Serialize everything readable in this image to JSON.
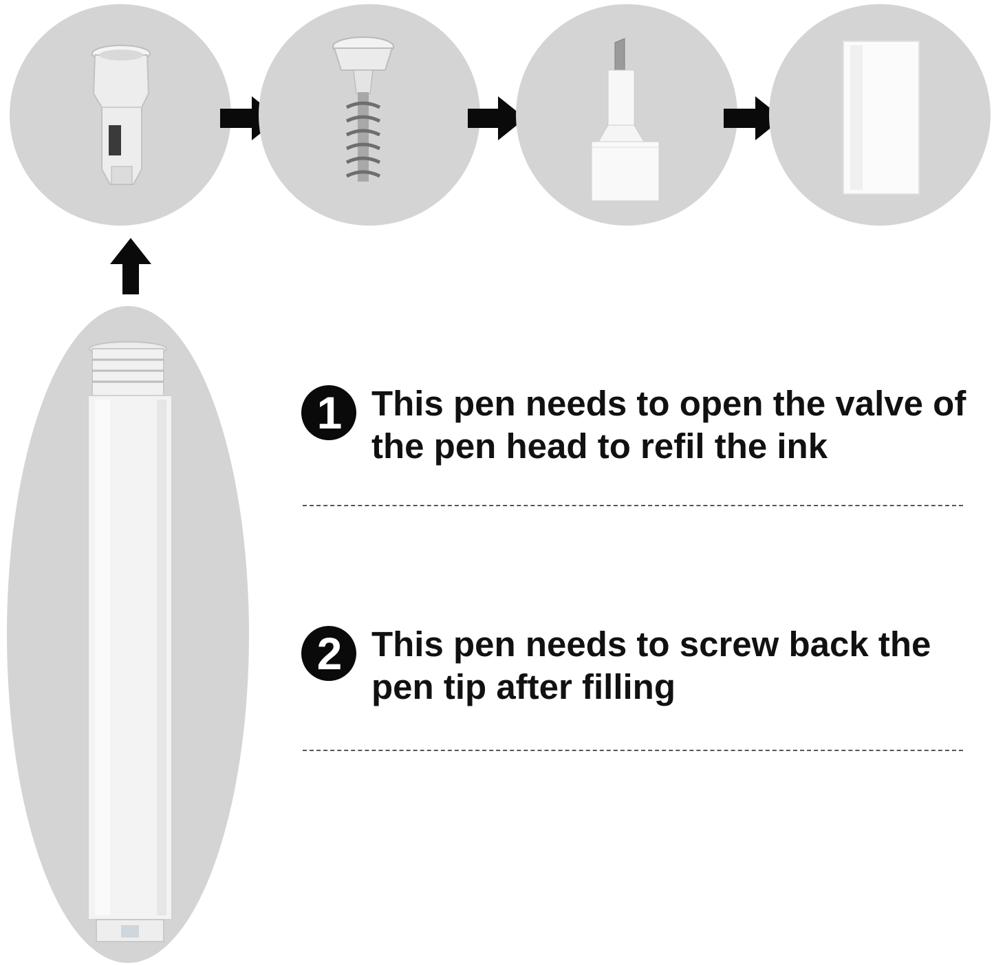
{
  "steps": [
    {
      "number": "1",
      "text": "This pen needs to open the valve of the pen head to refil the ink"
    },
    {
      "number": "2",
      "text": "This pen needs to screw back the pen tip after filling"
    }
  ],
  "colors": {
    "circle_background": "#d4d4d4",
    "arrow": "#0a0a0a",
    "text": "#111111"
  },
  "icons": {
    "parts": [
      "valve-cap-icon",
      "spring-valve-icon",
      "pen-tip-icon",
      "barrel-sleeve-icon"
    ],
    "body": "pen-barrel-icon",
    "arrows": [
      "arrow-right-icon",
      "arrow-up-icon"
    ]
  }
}
